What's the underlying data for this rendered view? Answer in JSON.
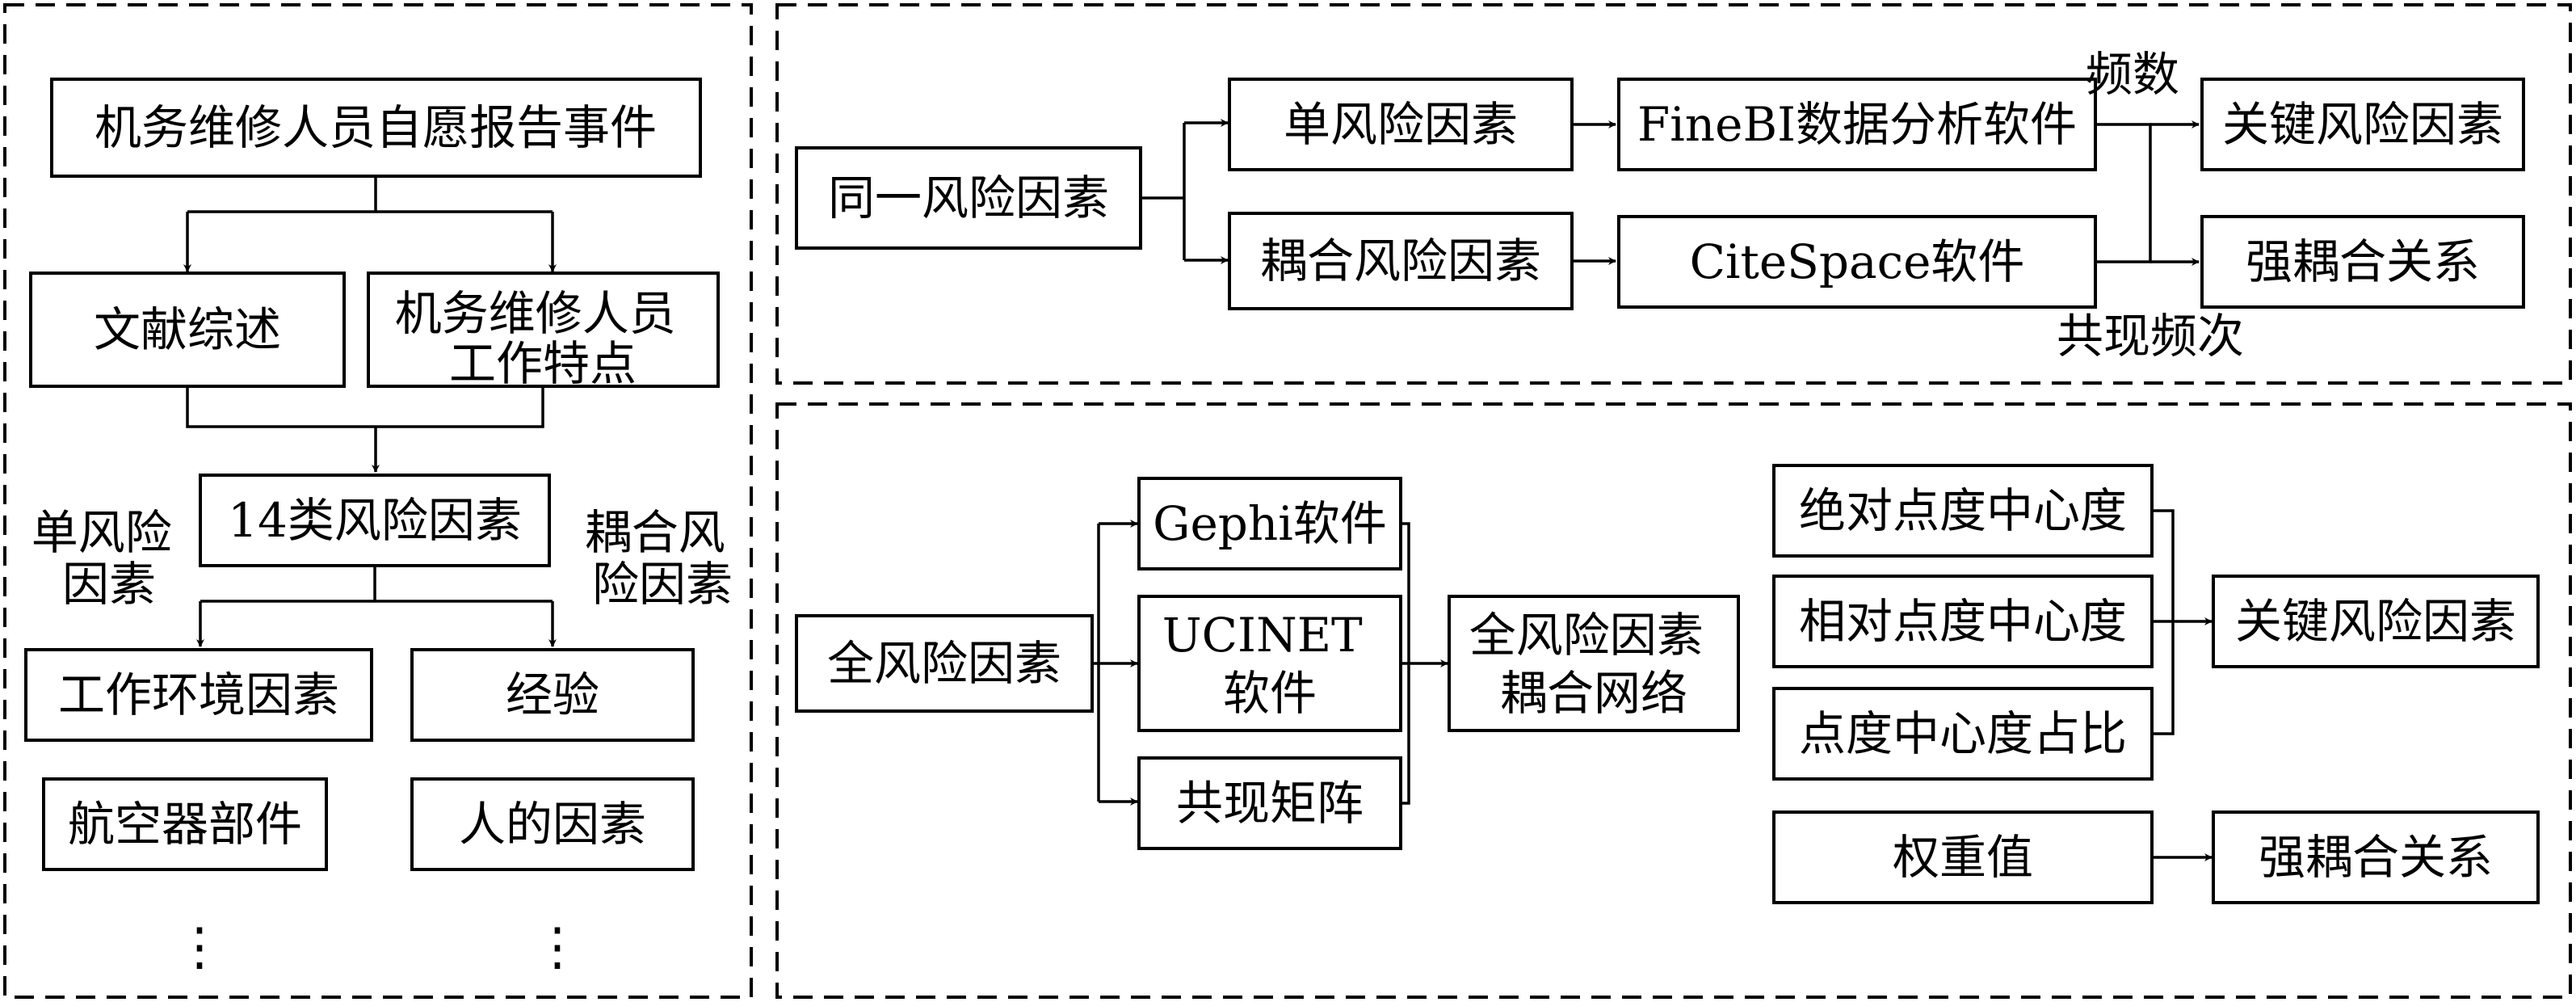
{
  "left_panel": {
    "report_events": "机务维修人员自愿报告事件",
    "literature_review": "文献综述",
    "worker_traits": [
      "机务维修人员",
      "工作特点"
    ],
    "risk_factor_types": "14类风险因素",
    "single_risk_label": [
      "单风险",
      "因素"
    ],
    "coupled_risk_label": [
      "耦合风",
      "险因素"
    ],
    "work_environment": "工作环境因素",
    "experience": "经验",
    "aircraft_parts": "航空器部件",
    "human_factors": "人的因素",
    "ellipsis": "⋮"
  },
  "top_right_panel": {
    "same_risk_factor": "同一风险因素",
    "single_risk_factor": "单风险因素",
    "coupled_risk_factor": "耦合风险因素",
    "finebi": "FineBI数据分析软件",
    "citespace": "CiteSpace软件",
    "frequency": "频数",
    "co_occurrence": "共现频次",
    "key_risk_factors": "关键风险因素",
    "strong_coupling": "强耦合关系"
  },
  "bottom_right_panel": {
    "all_risk_factors": "全风险因素",
    "gephi": "Gephi软件",
    "ucinet": [
      "UCINET",
      "软件"
    ],
    "co_matrix": "共现矩阵",
    "coupling_network": [
      "全风险因素",
      "耦合网络"
    ],
    "absolute_degree": "绝对点度中心度",
    "relative_degree": "相对点度中心度",
    "degree_ratio": "点度中心度占比",
    "weight": "权重值",
    "key_risk_factors": "关键风险因素",
    "strong_coupling": "强耦合关系"
  }
}
